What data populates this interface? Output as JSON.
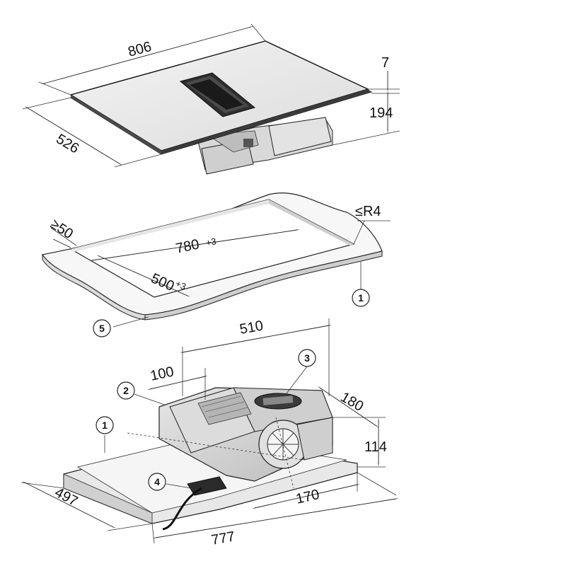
{
  "cooktop": {
    "width_label": "806",
    "depth_label": "526",
    "thickness_label": "7",
    "height_label": "194"
  },
  "cutout": {
    "edge_label": "≥50",
    "radius_label": "≤R4",
    "width_label": "780",
    "width_tol": "+3",
    "depth_label": "500",
    "depth_tol": "+3"
  },
  "unit": {
    "width_label": "510",
    "offset_label": "100",
    "side_label": "180",
    "height_label": "114",
    "outlet_label": "170",
    "base_width_label": "777",
    "base_depth_label": "497"
  },
  "callouts": [
    "1",
    "2",
    "3",
    "4",
    "5"
  ],
  "colors": {
    "glass": "#5a5a5a",
    "glass_top": "#ececec",
    "metal": "#d4d4d4",
    "frame": "#f2f2f2",
    "line": "#222222"
  }
}
